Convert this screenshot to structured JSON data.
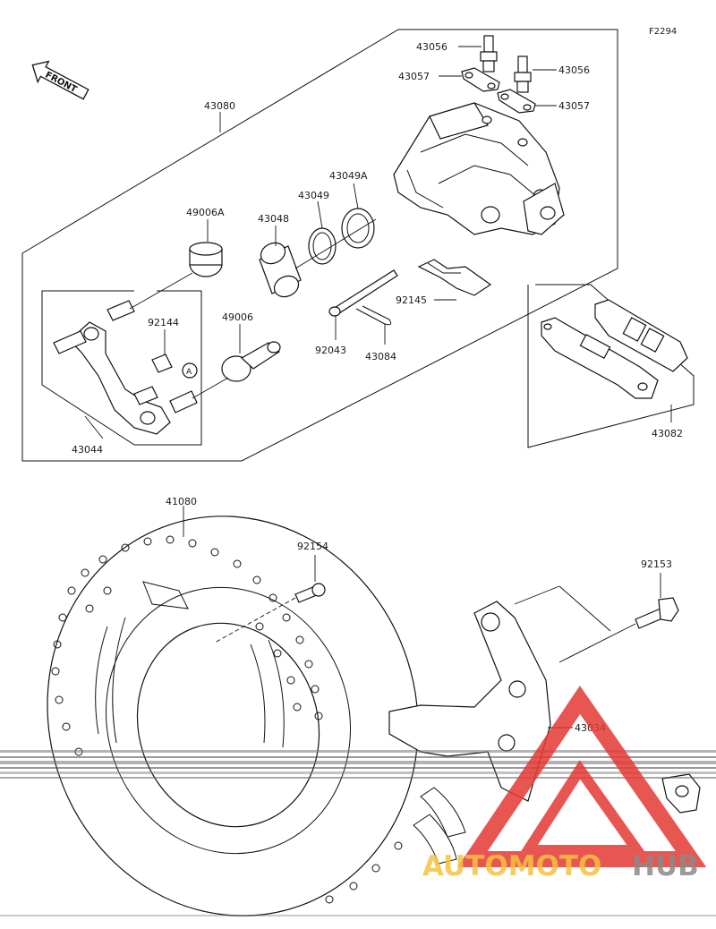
{
  "figure_code": "F2294",
  "front_label": "FRONT",
  "callout_letter": "A",
  "parts": {
    "caliper_assy": "43080",
    "bleed_valve_top": "43056",
    "bleed_valve_right": "43056",
    "cap_left": "43057",
    "cap_right": "43057",
    "seal_49006a": "49006A",
    "seal_49006": "49006",
    "piston": "43048",
    "seal_43049": "43049",
    "seal_43049a": "43049A",
    "spring_92145": "92145",
    "pin": "92043",
    "clip": "43084",
    "spring_92144": "92144",
    "bracket": "43044",
    "pads": "43082",
    "disc": "41080",
    "bolt_disc": "92154",
    "bolt_holder": "92153",
    "holder": "43034"
  },
  "watermark": {
    "text_left": "AUTOMOTO",
    "text_right": "HUB",
    "color_left": "#f5c242",
    "color_right": "#8a8a8a",
    "triangle_color": "#e53935"
  }
}
